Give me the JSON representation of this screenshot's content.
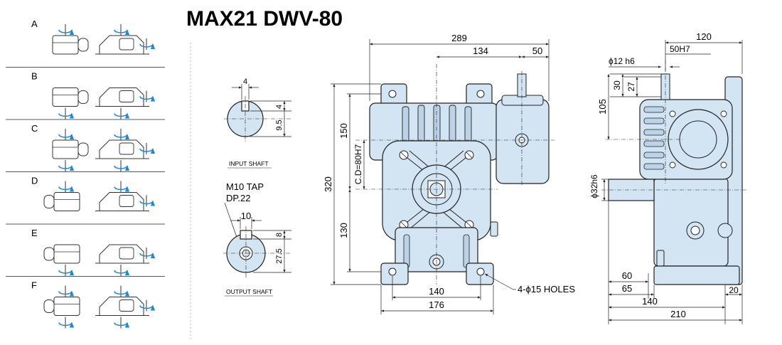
{
  "title": "MAX21 DWV-80",
  "arrangements": [
    "A",
    "B",
    "C",
    "D",
    "E",
    "F"
  ],
  "input_shaft": {
    "caption": "INPUT SHAFT",
    "key_width": "4",
    "key_depth": "4",
    "shaft_height": "9.5"
  },
  "output_shaft": {
    "caption": "OUTPUT SHAFT",
    "tap": "M10 TAP",
    "depth": "DP.22",
    "key_width": "10",
    "key_depth": "8",
    "shaft_height": "27.5"
  },
  "front_view": {
    "overall_width": "289",
    "shaft_offset": "134",
    "input_offset": "50",
    "overall_height": "320",
    "upper_height": "150",
    "center_distance": "C.D=80H7",
    "lower_height": "130",
    "foot_holes_spacing": "140",
    "base_width": "176",
    "holes_note": "4-ϕ15 HOLES"
  },
  "side_view": {
    "overall_width": "120",
    "bore": "50H7",
    "input_shaft_dia": "ϕ12 h6",
    "shaft_len_outer": "30",
    "shaft_len_inner": "27",
    "input_height": "105",
    "output_shaft_dia": "ϕ32h6",
    "dim_60": "60",
    "dim_65": "65",
    "dim_140": "140",
    "dim_20": "20",
    "overall_depth": "210"
  },
  "colors": {
    "housing": "#d3e4f2",
    "housing_dark": "#bcd2e6",
    "arrow": "#1e88d6",
    "line": "#222222"
  }
}
